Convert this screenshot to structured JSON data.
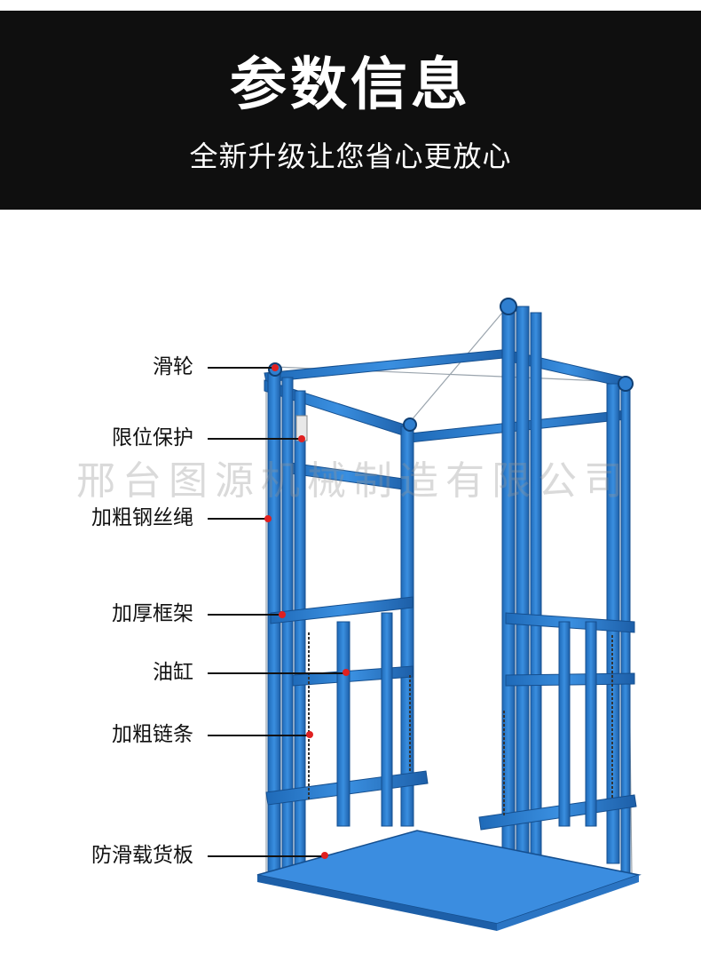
{
  "header": {
    "title": "参数信息",
    "subtitle": "全新升级让您省心更放心"
  },
  "watermark": "邢台图源机械制造有限公司",
  "callouts": [
    {
      "label": "滑轮"
    },
    {
      "label": "限位保护"
    },
    {
      "label": "加粗钢丝绳"
    },
    {
      "label": "加厚框架"
    },
    {
      "label": "油缸"
    },
    {
      "label": "加粗链条"
    },
    {
      "label": "防滑载货板"
    }
  ],
  "colors": {
    "header_bg": "#0f0f0f",
    "frame_blue": "#2f7fd0",
    "marker_red": "#e02020"
  }
}
